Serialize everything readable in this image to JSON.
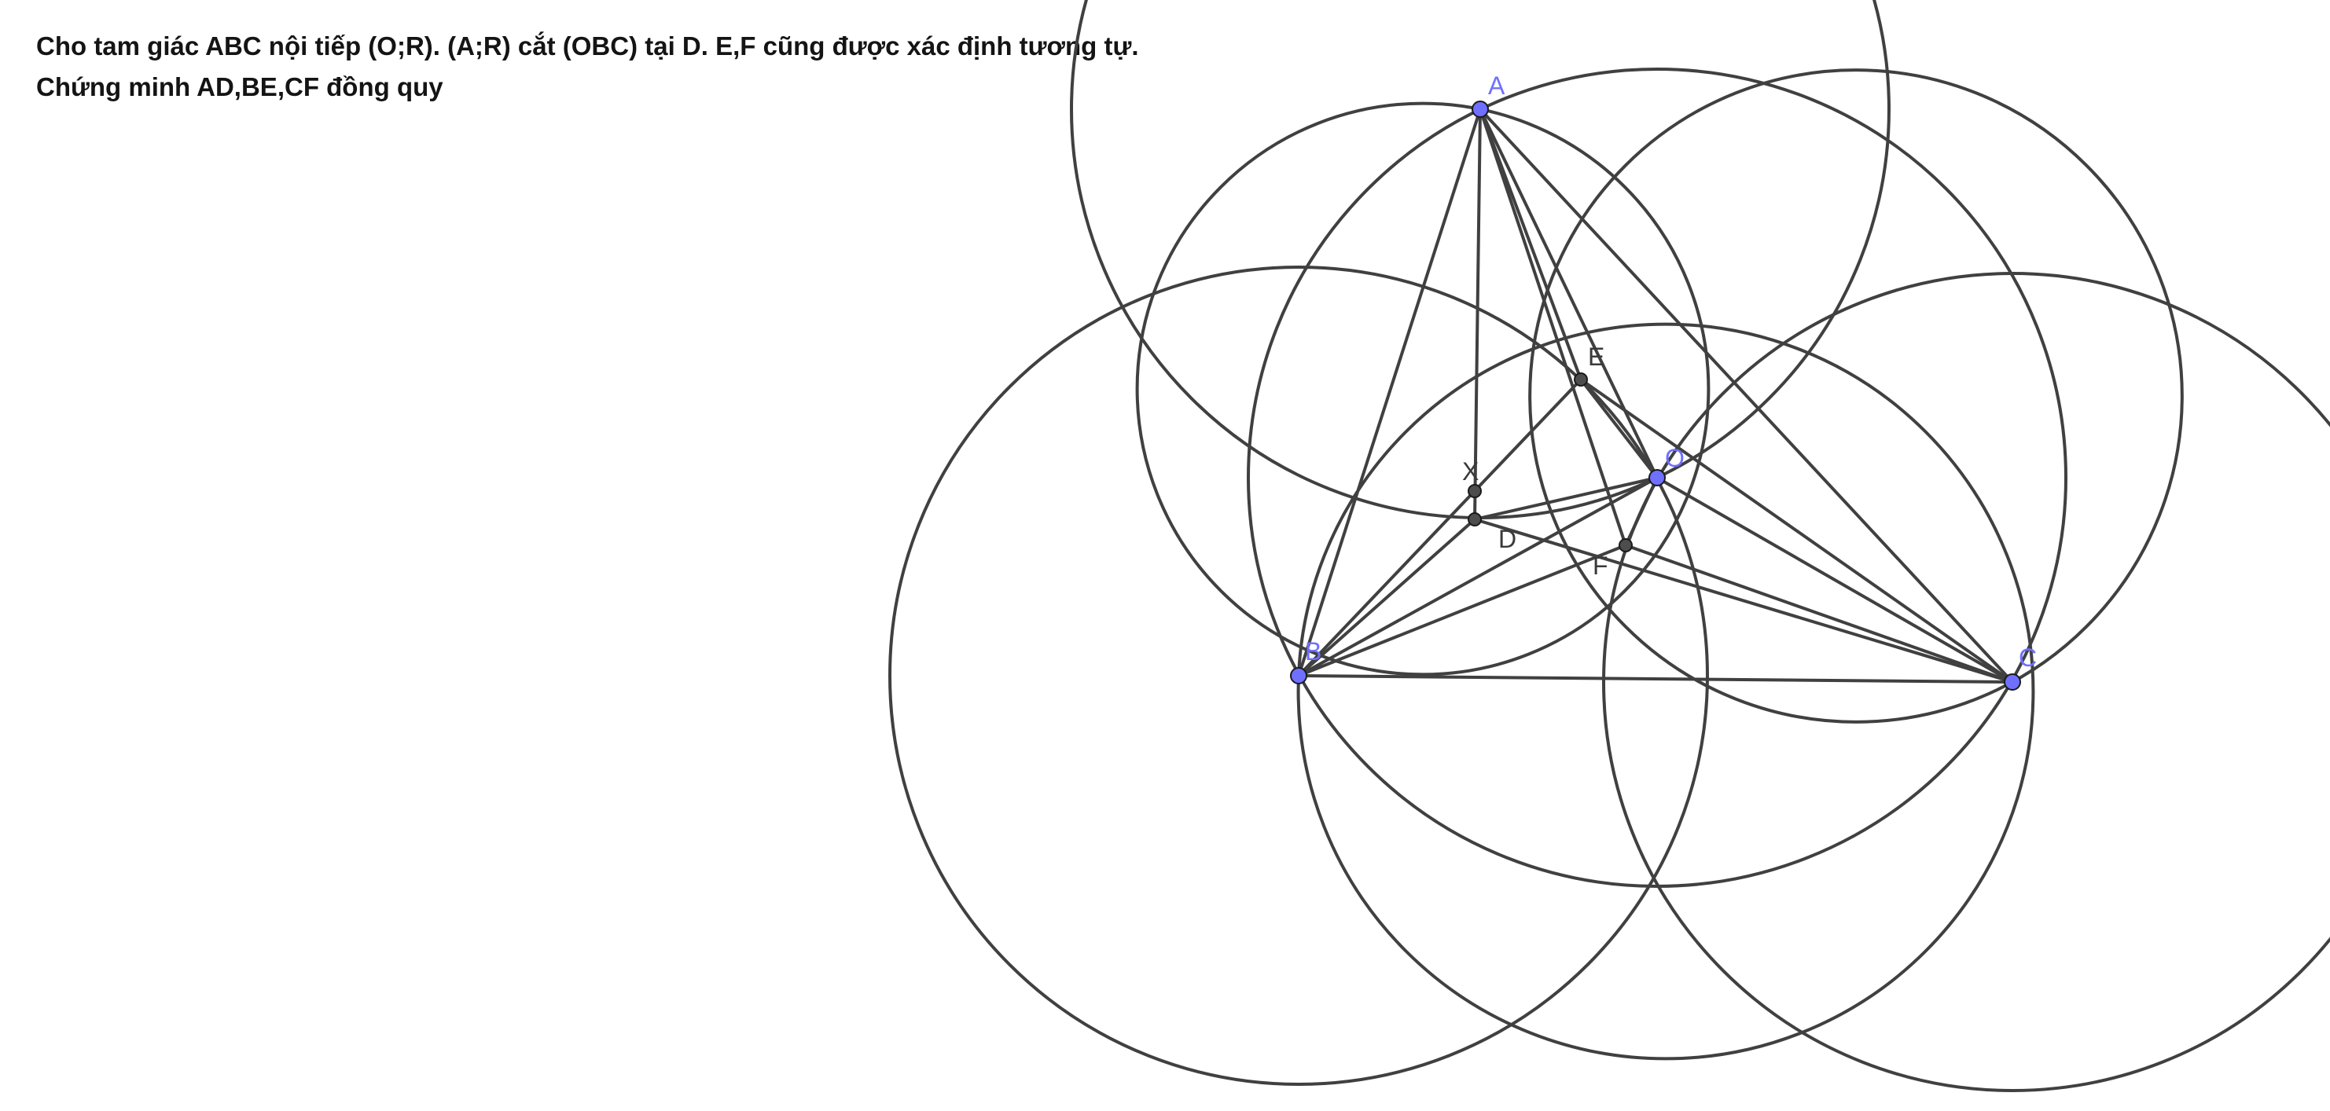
{
  "problem": {
    "line1": "Cho tam giác ABC nội tiếp (O;R). (A;R) cắt (OBC) tại D. E,F cũng được xác định tương tự.",
    "line2": "Chứng minh AD,BE,CF đồng quy"
  },
  "points": {
    "A": {
      "label": "A"
    },
    "B": {
      "label": "B"
    },
    "C": {
      "label": "C"
    },
    "O": {
      "label": "O"
    },
    "D": {
      "label": "D"
    },
    "E": {
      "label": "E"
    },
    "F": {
      "label": "F"
    },
    "X": {
      "label": "X"
    }
  },
  "colors": {
    "free_point": "#6f70ff",
    "free_label": "#6f70ff",
    "derived_point": "#4d4d4d",
    "derived_label": "#3a3a3a",
    "stroke": "#404040",
    "text": "#141414"
  }
}
